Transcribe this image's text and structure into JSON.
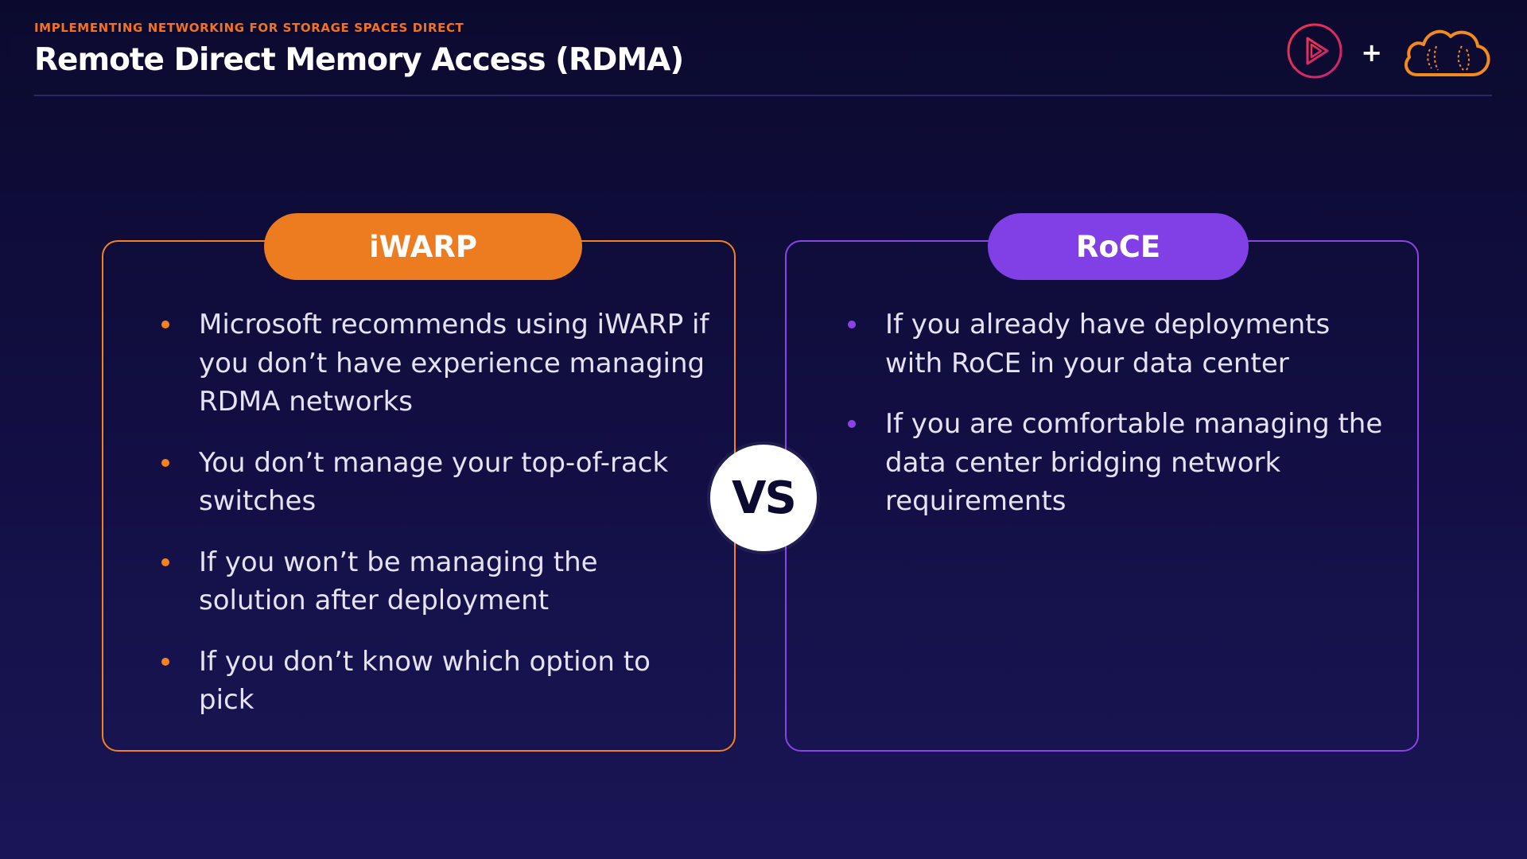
{
  "header": {
    "subtitle": "IMPLEMENTING NETWORKING FOR STORAGE SPACES DIRECT",
    "title": "Remote Direct Memory Access (RDMA)",
    "plus": "+"
  },
  "logos": {
    "primary_icon": "play-circle-icon",
    "secondary_icon": "cloud-icon"
  },
  "vs": "VS",
  "left_card": {
    "label": "iWARP",
    "accent": "#f5821f",
    "bullets": [
      "Microsoft recommends using iWARP if you don’t have experience managing RDMA networks",
      "You don’t manage your top-of-rack switches",
      "If you won’t be managing the solution after deployment",
      "If you don’t know which option to pick"
    ]
  },
  "right_card": {
    "label": "RoCE",
    "accent": "#8a44e6",
    "bullets": [
      "If you already have deployments with RoCE in your data center",
      "If you are comfortable managing the data center bridging network requirements"
    ]
  },
  "colors": {
    "background": "#120f43",
    "orange": "#f5821f",
    "purple": "#8a44e6",
    "pluralsight_pink": "#e8346b"
  }
}
